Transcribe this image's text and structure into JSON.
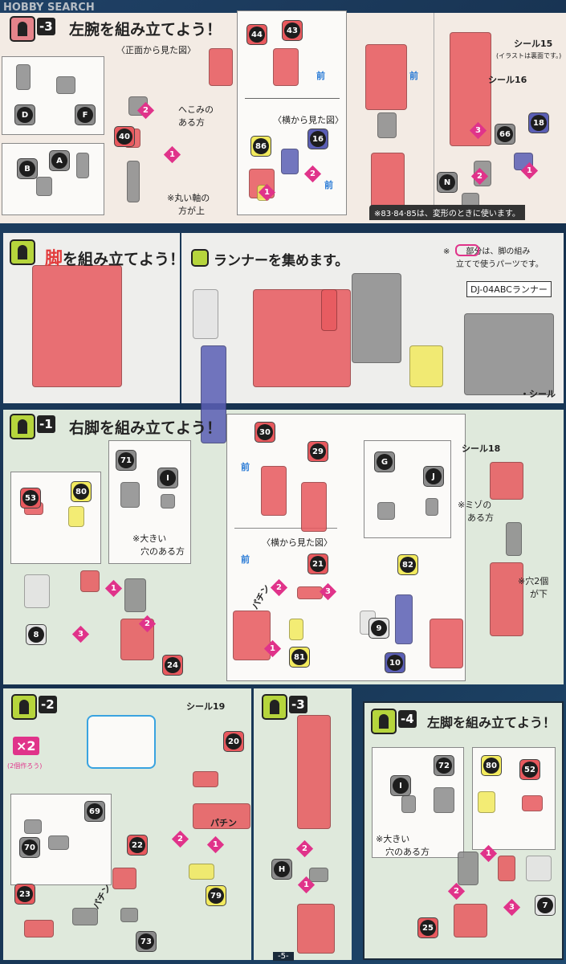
{
  "watermark": "HOBBY SEARCH",
  "colors": {
    "red": "#e8595e",
    "yellow": "#f2ea5e",
    "gray": "#8c8c8c",
    "blue": "#5b5fb5",
    "white": "#e4e4e4",
    "step": "#e0338a",
    "leg_icon": "#b6d53c",
    "arm_icon": "#e5838a"
  },
  "arm": {
    "step": "-3",
    "title": "左腕を組み立てよう！",
    "front_view": "〈正面から見た図〉",
    "dent_side_1": "へこみの",
    "dent_side_2": "ある方",
    "round_axis_1": "※丸い軸の",
    "round_axis_2": "方が上",
    "side_view": "〈横から見た図〉",
    "front": "前",
    "seal15": "シール15",
    "seal15_note": "(イラストは裏面です。)",
    "seal16": "シール16",
    "transform_note": "※83·84·85は、変形のときに使います。"
  },
  "legs": {
    "title_kanji": "脚",
    "title_rest": "を組み立てよう！"
  },
  "runner": {
    "title": "ランナーを集めます。",
    "note_1": "※　　部分は、脚の組み",
    "note_2": "立てで使うパーツです。",
    "runner_label": "DJ-04ABCランナー",
    "seal": "・シール"
  },
  "right_leg": {
    "step": "-1",
    "title": "右脚を組み立てよう！",
    "big_hole_1": "※大きい",
    "big_hole_2": "穴のある方",
    "side_view": "〈横から見た図〉",
    "front": "前",
    "snap": "パチン",
    "seal18": "シール18",
    "groove_1": "※ミゾの",
    "groove_2": "ある方",
    "holes_1": "※穴2個",
    "holes_2": "が下"
  },
  "step2": {
    "step": "-2",
    "times": "×2",
    "make_two": "(2個作ろう)",
    "seal19": "シール19",
    "snap": "パチン"
  },
  "step3": {
    "step": "-3"
  },
  "left_leg": {
    "step": "-4",
    "title": "左脚を組み立てよう！",
    "big_hole_1": "※大きい",
    "big_hole_2": "穴のある方"
  },
  "page_number": "-5-",
  "badges": [
    {
      "label": "44",
      "color": "red"
    },
    {
      "label": "43",
      "color": "red"
    },
    {
      "label": "D",
      "color": "gray"
    },
    {
      "label": "F",
      "color": "gray"
    },
    {
      "label": "A",
      "color": "gray"
    },
    {
      "label": "B",
      "color": "gray"
    },
    {
      "label": "40",
      "color": "red"
    },
    {
      "label": "86",
      "color": "yellow"
    },
    {
      "label": "16",
      "color": "blue"
    },
    {
      "label": "66",
      "color": "gray"
    },
    {
      "label": "18",
      "color": "blue"
    },
    {
      "label": "N",
      "color": "gray"
    },
    {
      "label": "53",
      "color": "red"
    },
    {
      "label": "80",
      "color": "yellow"
    },
    {
      "label": "71",
      "color": "gray"
    },
    {
      "label": "I",
      "color": "gray"
    },
    {
      "label": "8",
      "color": "white"
    },
    {
      "label": "24",
      "color": "red"
    },
    {
      "label": "30",
      "color": "red"
    },
    {
      "label": "29",
      "color": "red"
    },
    {
      "label": "21",
      "color": "red"
    },
    {
      "label": "81",
      "color": "yellow"
    },
    {
      "label": "82",
      "color": "yellow"
    },
    {
      "label": "9",
      "color": "white"
    },
    {
      "label": "10",
      "color": "blue"
    },
    {
      "label": "G",
      "color": "gray"
    },
    {
      "label": "J",
      "color": "gray"
    },
    {
      "label": "20",
      "color": "red"
    },
    {
      "label": "69",
      "color": "gray"
    },
    {
      "label": "70",
      "color": "gray"
    },
    {
      "label": "22",
      "color": "red"
    },
    {
      "label": "23",
      "color": "red"
    },
    {
      "label": "73",
      "color": "gray"
    },
    {
      "label": "79",
      "color": "yellow"
    },
    {
      "label": "H",
      "color": "gray"
    },
    {
      "label": "I",
      "color": "gray"
    },
    {
      "label": "72",
      "color": "gray"
    },
    {
      "label": "80",
      "color": "yellow"
    },
    {
      "label": "52",
      "color": "red"
    },
    {
      "label": "7",
      "color": "white"
    },
    {
      "label": "25",
      "color": "red"
    }
  ],
  "steps": [
    "2",
    "1",
    "2",
    "1",
    "3",
    "2",
    "1",
    "1",
    "2",
    "3",
    "2",
    "3",
    "1",
    "2",
    "1",
    "2",
    "1",
    "1",
    "2",
    "3"
  ]
}
